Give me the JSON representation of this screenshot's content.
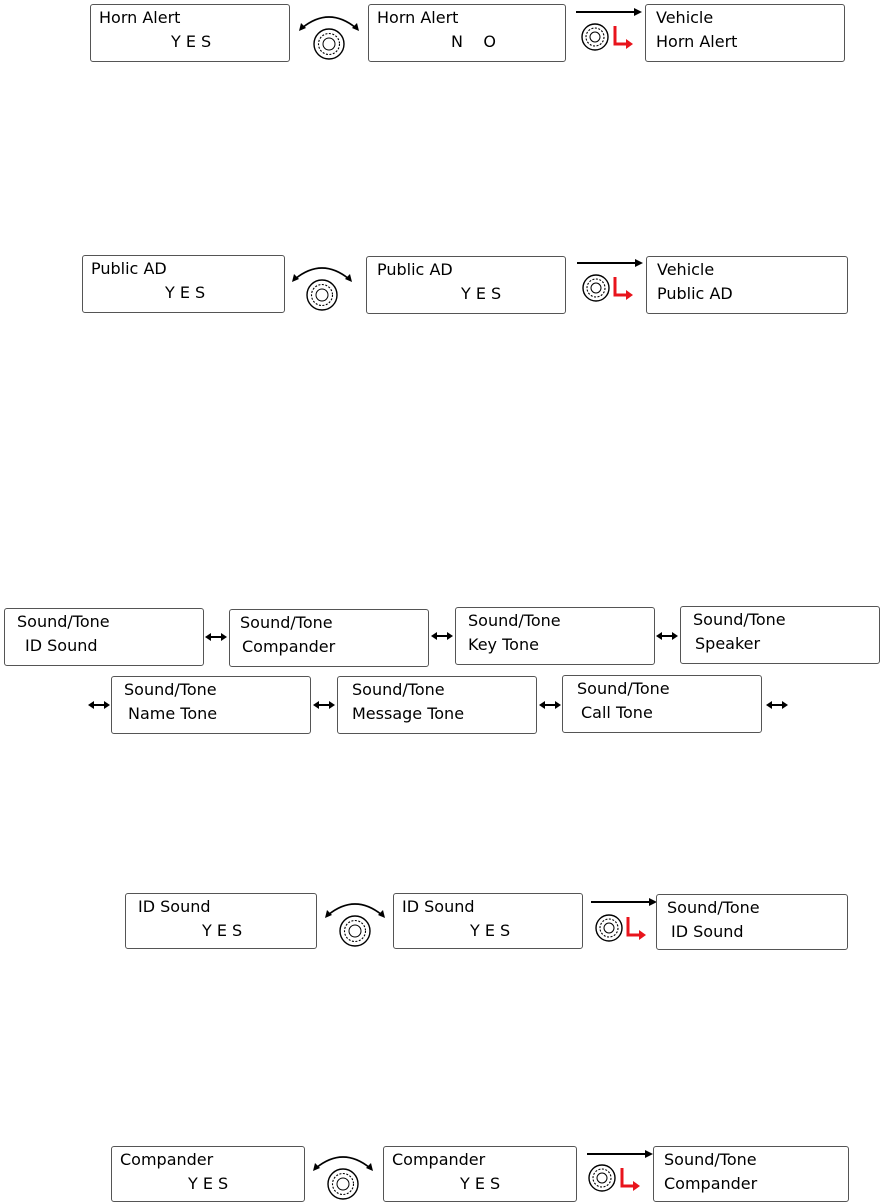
{
  "horn_alert": {
    "screen1": {
      "line1": "Horn Alert",
      "line2": "Y E S"
    },
    "screen2": {
      "line1": "Horn Alert",
      "line2": "N    O"
    },
    "screen3": {
      "line1": "Vehicle",
      "line2": "Horn Alert"
    }
  },
  "public_ad": {
    "screen1": {
      "line1": "Public AD",
      "line2": "Y E S"
    },
    "screen2": {
      "line1": "Public AD",
      "line2": "Y E S"
    },
    "screen3": {
      "line1": "Vehicle",
      "line2": "Public AD"
    }
  },
  "sound_tone_menu": [
    {
      "line1": "Sound/Tone",
      "line2": "ID Sound"
    },
    {
      "line1": "Sound/Tone",
      "line2": "Compander"
    },
    {
      "line1": "Sound/Tone",
      "line2": "Key Tone"
    },
    {
      "line1": "Sound/Tone",
      "line2": "Speaker"
    },
    {
      "line1": "Sound/Tone",
      "line2": "Name Tone"
    },
    {
      "line1": "Sound/Tone",
      "line2": "Message Tone"
    },
    {
      "line1": "Sound/Tone",
      "line2": "Call Tone"
    }
  ],
  "id_sound": {
    "screen1": {
      "line1": "ID Sound",
      "line2": "Y E S"
    },
    "screen2": {
      "line1": "ID Sound",
      "line2": "Y E S"
    },
    "screen3": {
      "line1": "Sound/Tone",
      "line2": "ID Sound"
    }
  },
  "compander": {
    "screen1": {
      "line1": "Compander",
      "line2": "Y E S"
    },
    "screen2": {
      "line1": "Compander",
      "line2": "Y E S"
    },
    "screen3": {
      "line1": "Sound/Tone",
      "line2": "Compander"
    }
  },
  "icons": {
    "rotate": "rotary-knob-turn-icon",
    "press": "knob-press-icon",
    "enter": "enter-return-icon",
    "next": "right-arrow-icon",
    "both": "double-arrow-icon"
  },
  "colors": {
    "enter_arrow": "#e8141c",
    "border": "#555555"
  }
}
